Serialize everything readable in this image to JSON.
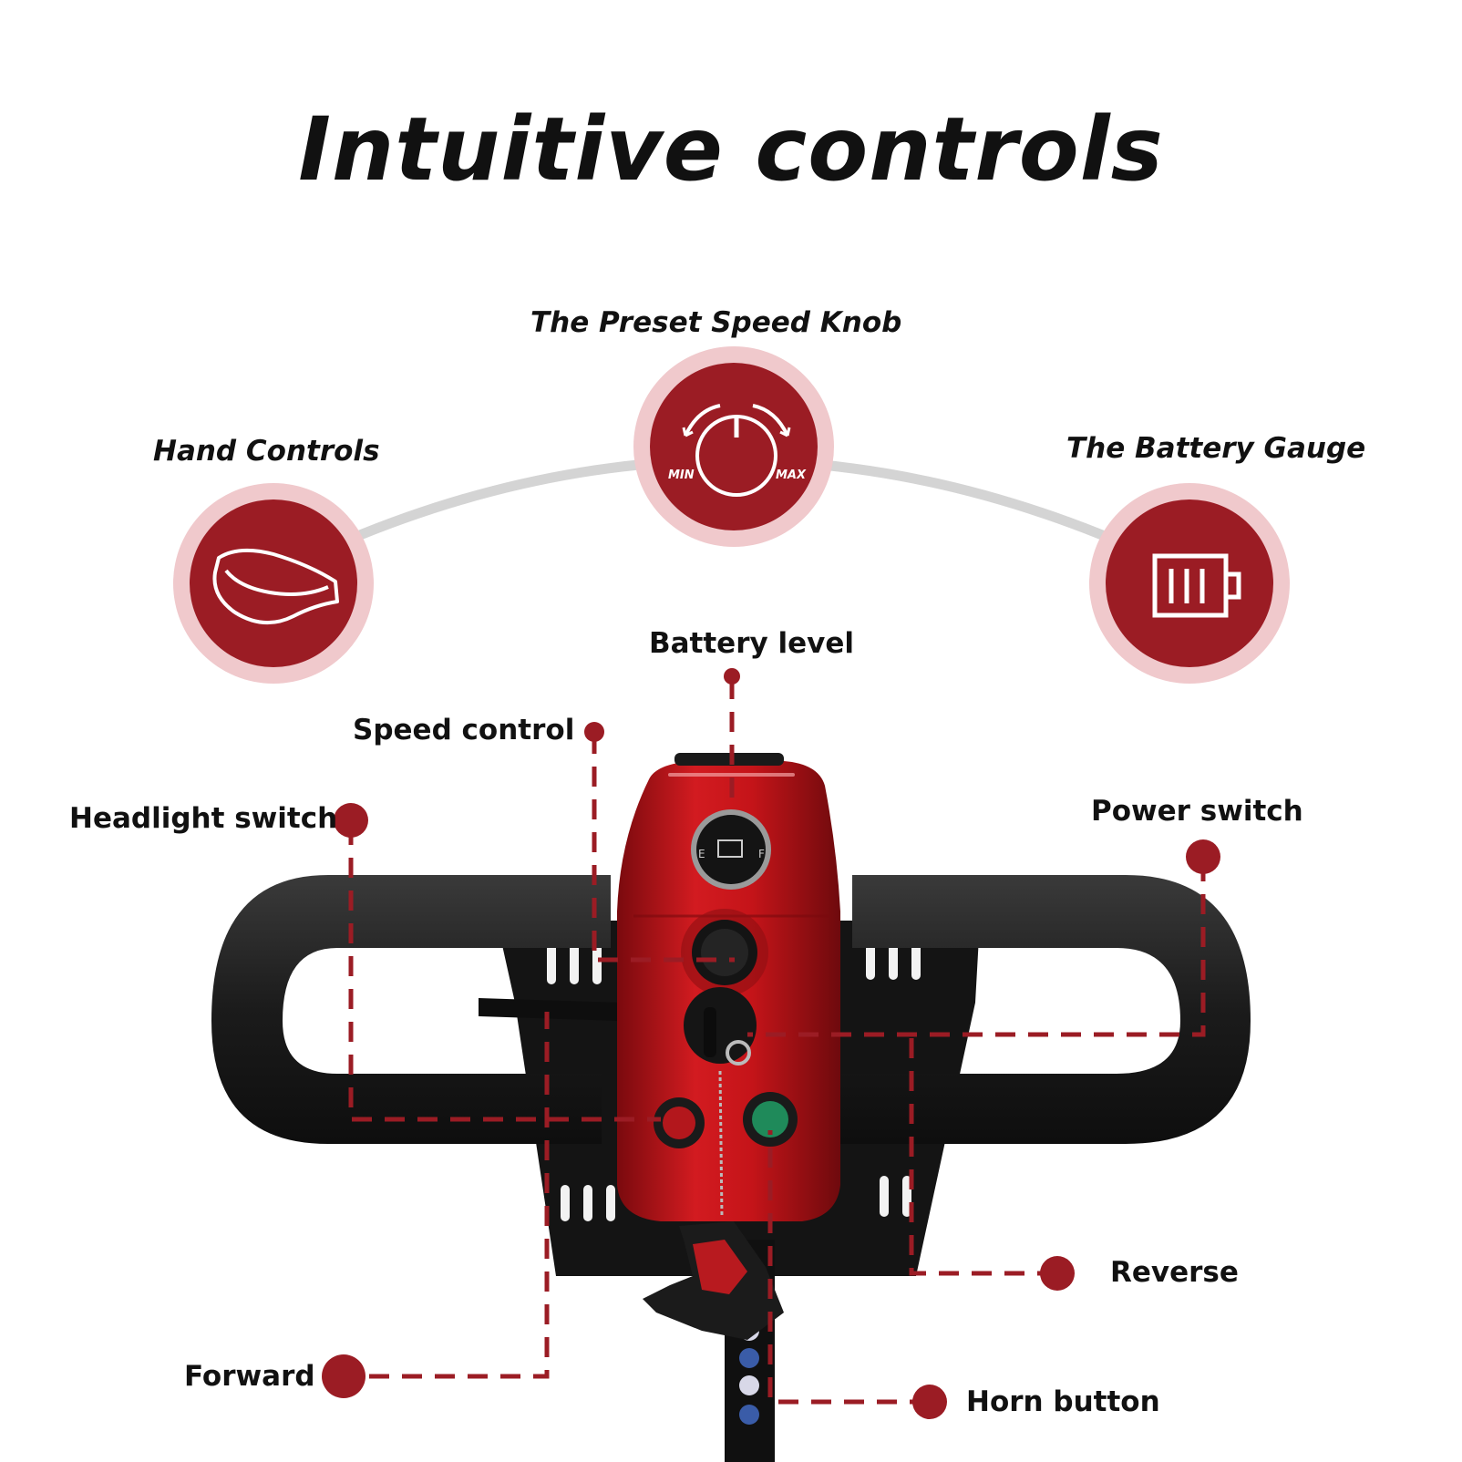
{
  "title": "Intuitive controls",
  "features": {
    "hand_controls": {
      "label": "Hand Controls",
      "icon": "handlebar-grip-icon"
    },
    "speed_knob": {
      "label": "The Preset Speed Knob",
      "icon": "speed-dial-icon",
      "min_label": "MIN",
      "max_label": "MAX"
    },
    "battery_gauge": {
      "label": "The Battery Gauge",
      "icon": "battery-icon"
    }
  },
  "callouts": {
    "battery_level": "Battery level",
    "speed_control": "Speed control",
    "headlight_switch": "Headlight switch",
    "power_switch": "Power switch",
    "reverse": "Reverse",
    "forward": "Forward",
    "horn_button": "Horn button"
  },
  "gauge": {
    "left": "E",
    "right": "F"
  },
  "colors": {
    "accent": "#9b1c24",
    "accent_ring": "#f0c9cc",
    "scooter_red": "#c41419",
    "handlebar": "#1e1e1e",
    "arc": "#d4d4d4"
  }
}
